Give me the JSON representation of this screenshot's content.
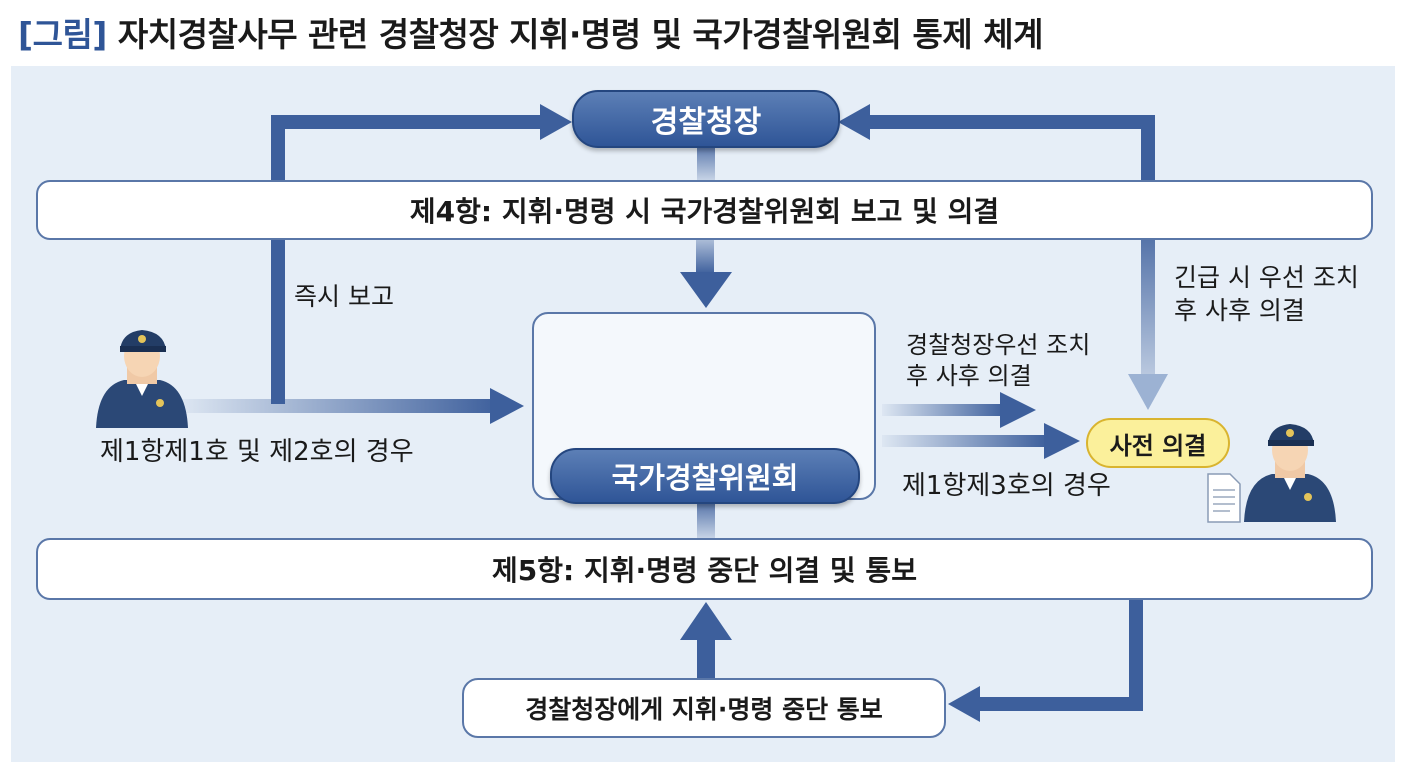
{
  "title": {
    "bracket": "[그림]",
    "text": "자치경찰사무 관련 경찰청장 지휘·명령 및 국가경찰위원회 통제 체계"
  },
  "nodes": {
    "commissioner": "경찰청장",
    "national_council": "국가경찰위원회",
    "prior_resolution": "사전 의결",
    "notify_box": "경찰청장에게 지휘·명령 중단 통보"
  },
  "bars": {
    "para4": "제4항: 지휘·명령 시 국가경찰위원회 보고 및 의결",
    "para5": "제5항: 지휘·명령 중단 의결 및 통보"
  },
  "labels": {
    "immediate_report": "즉시 보고",
    "case_1_2": "제1항제1호 및 제2호의 경우",
    "emergency_line1": "긴급 시 우선 조치",
    "emergency_line2": "후 사후 의결",
    "commissioner_first_line1": "경찰청장우선 조치",
    "commissioner_first_line2": "후 사후 의결",
    "case_3": "제1항제3호의 경우"
  },
  "colors": {
    "arrow": "#3d5f9c",
    "accent": "#2f5597",
    "highlight": "#fbf09b"
  },
  "icons": [
    "police-officer-left-icon",
    "council-meeting-icon",
    "judge-gavel-icon",
    "police-officer-right-icon",
    "document-icon"
  ]
}
